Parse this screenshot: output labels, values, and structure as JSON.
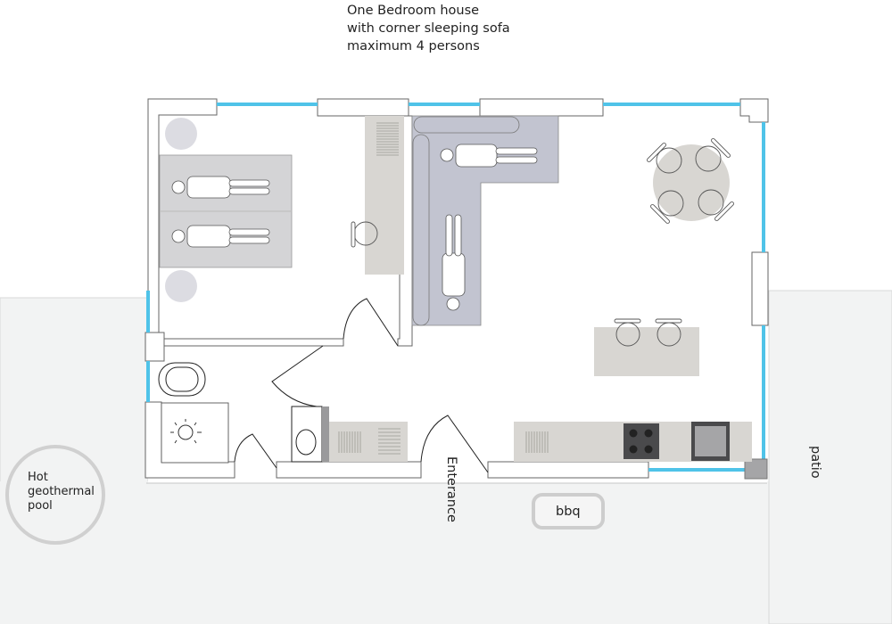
{
  "title": {
    "lines": [
      "One Bedroom house",
      "with corner sleeping sofa",
      "maximum 4 persons"
    ]
  },
  "labels": {
    "pool": [
      "Hot",
      "geothermal",
      "pool"
    ],
    "bbq": "bbq",
    "entrance": "Enterance",
    "patio": "patio"
  },
  "colors": {
    "window_glass": "#4fc3e8",
    "wall_outline": "#555555",
    "bed": "#d4d4d6",
    "sofa": "#c2c4d0",
    "furniture_beige": "#d8d6d2",
    "appliance_dark": "#4a4a4c",
    "outdoor_ground": "#f2f3f3",
    "nightstand": "#dcdce2"
  },
  "rooms": [
    {
      "name": "bedroom",
      "furniture": [
        "double-bed",
        "nightstand",
        "nightstand",
        "wardrobe",
        "desk-chair"
      ]
    },
    {
      "name": "living-room",
      "furniture": [
        "corner-sleeping-sofa",
        "round-dining-table",
        "dining-chair",
        "dining-chair",
        "dining-chair",
        "dining-chair"
      ]
    },
    {
      "name": "kitchen",
      "furniture": [
        "kitchen-island",
        "bar-stool",
        "bar-stool",
        "kitchen-counter",
        "sink",
        "cooktop",
        "oven"
      ]
    },
    {
      "name": "bathroom",
      "furniture": [
        "bathtub",
        "shower-tray",
        "toilet",
        "washing-machine",
        "counter"
      ]
    }
  ],
  "outdoor": [
    "hot-geothermal-pool",
    "bbq",
    "patio",
    "entrance"
  ]
}
